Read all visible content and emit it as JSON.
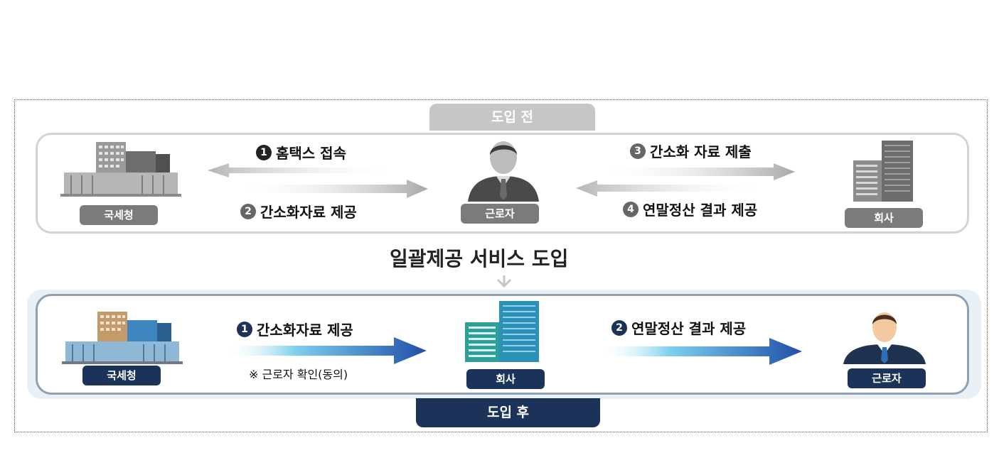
{
  "before": {
    "tag": "도입 전",
    "nts_label": "국세청",
    "worker_label": "근로자",
    "company_label": "회사",
    "step1": {
      "num": "1",
      "text": "홈택스 접속"
    },
    "step2": {
      "num": "2",
      "text": "간소화자료 제공"
    },
    "step3": {
      "num": "3",
      "text": "간소화 자료 제출"
    },
    "step4": {
      "num": "4",
      "text": "연말정산 결과 제공"
    }
  },
  "transition": {
    "title": "일괄제공 서비스 도입",
    "arrow_icon": "chevron-down-icon"
  },
  "after": {
    "tag": "도입 후",
    "nts_label": "국세청",
    "company_label": "회사",
    "worker_label": "근로자",
    "step1": {
      "num": "1",
      "text": "간소화자료 제공"
    },
    "step1_note": "※ 근로자 확인(동의)",
    "step2": {
      "num": "2",
      "text": "연말정산 결과 제공"
    }
  },
  "colors": {
    "before_tag": "#c6c6c6",
    "after_tag": "#1b3358",
    "gray_label": "#7b7b7b",
    "navy_label": "#1b3358",
    "arrow_blue": "#1f5fb5"
  }
}
